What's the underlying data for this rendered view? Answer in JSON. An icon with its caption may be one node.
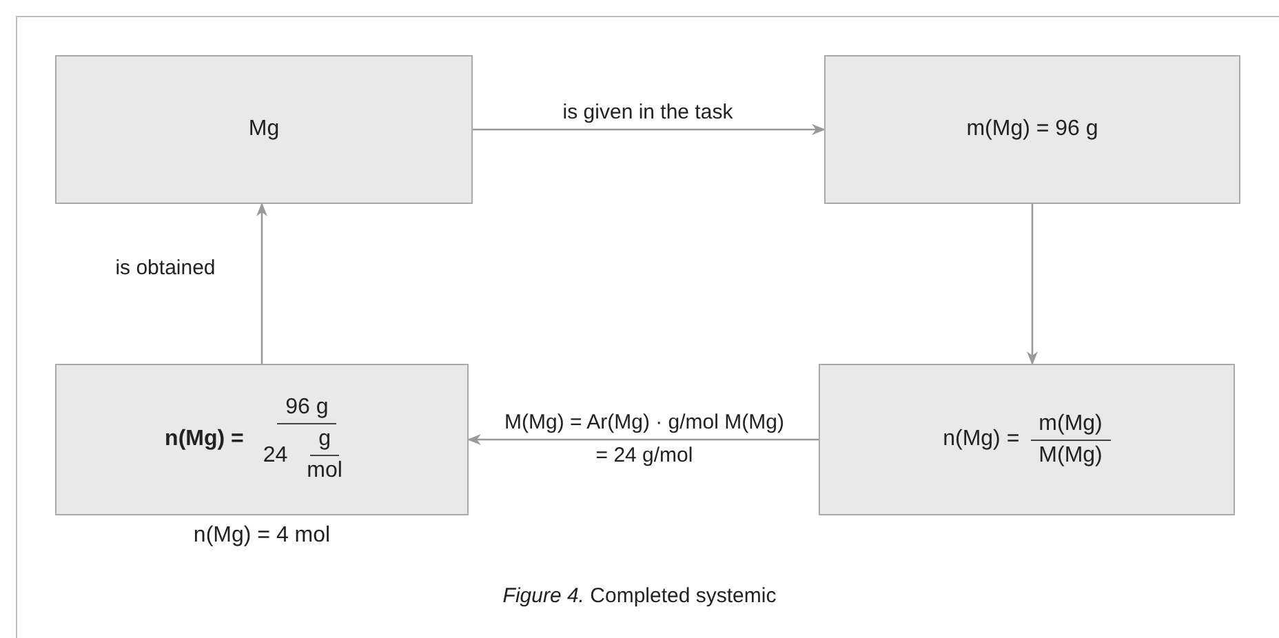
{
  "diagram": {
    "caption": "*Figure 4.* Completed systemic",
    "nodes": [
      {
        "text": [
          "Mg"
        ]
      },
      {
        "text": [
          "m(Mg) = 96 g"
        ]
      },
      {
        "text": [
          "n(Mg) =",
          "m(Mg)",
          "M(Mg)"
        ]
      },
      {
        "text": [
          "n(Mg) =",
          "96 g",
          "24",
          "g",
          "mol"
        ],
        "beside": [
          "n(Mg) = 4 mol"
        ]
      }
    ],
    "edges": [
      {
        "from": 0,
        "to": 1,
        "arrow": "to",
        "label": "is given in the task"
      },
      {
        "from": 1,
        "to": 2,
        "arrow": "to"
      },
      {
        "from": 2,
        "to": 3,
        "arrow": "to",
        "label": "M(Mg) = Ar(Mg) · g/mol M(Mg) = 24 g/mol"
      },
      {
        "from": 3,
        "to": 0,
        "arrow": "to",
        "label": "is obtained"
      }
    ]
  }
}
